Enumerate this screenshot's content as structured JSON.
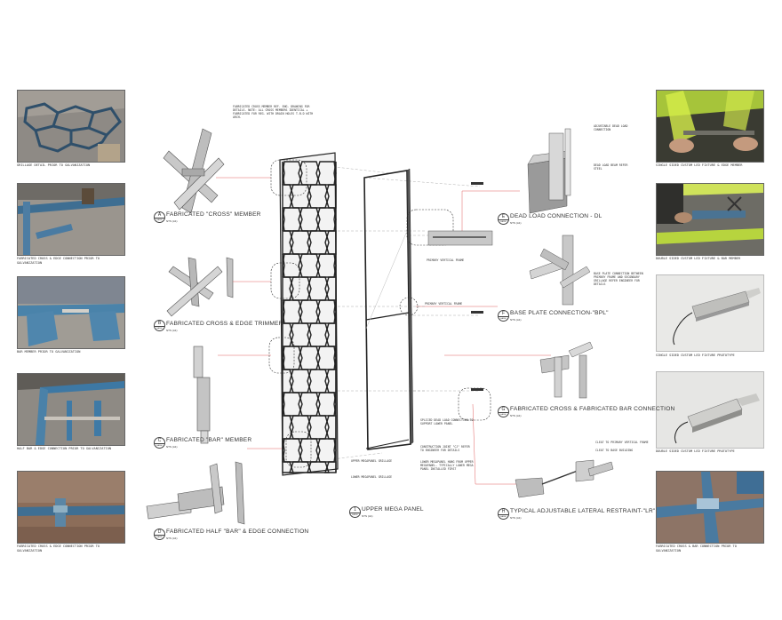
{
  "photos": {
    "left": [
      {
        "caption": "GRILLAGE DETAIL PRIOR TO GALVANIZATION"
      },
      {
        "caption": "FABRICATED CROSS & EDGE CONNECTION PRIOR TO GALVANIZATION"
      },
      {
        "caption": "BAR MEMBER PRIOR TO GALVANIZATION"
      },
      {
        "caption": "HALF BAR & EDGE CONNECTION PRIOR TO GALVANIZATION"
      },
      {
        "caption": "FABRICATED CROSS & EDGE CONNECTION PRIOR TO GALVANIZATION"
      }
    ],
    "right": [
      {
        "caption": "SINGLE SIDED CUSTOM LED FIXTURE & EDGE MEMBER"
      },
      {
        "caption": "DOUBLE SIDED CUSTOM LED FIXTURE & BAR MEMBER"
      },
      {
        "caption": "SINGLE SIDED CUSTOM LED FIXTURE PROTOTYPE"
      },
      {
        "caption": "DOUBLE SIDED CUSTOM LED FIXTURE PROTOTYPE"
      },
      {
        "caption": "FABRICATED CROSS & BAR CONNECTION PRIOR TO GALVANIZATION"
      }
    ]
  },
  "details": {
    "A": {
      "letter": "A",
      "sheet": "EA800",
      "title": "FABRICATED \"CROSS\" MEMBER",
      "scale": "NTS (A1)"
    },
    "B": {
      "letter": "B",
      "sheet": "EA800",
      "title": "FABRICATED CROSS & EDGE TRIMMER",
      "scale": "NTS (A1)"
    },
    "C": {
      "letter": "C",
      "sheet": "EA800",
      "title": "FABRICATED \"BAR\" MEMBER",
      "scale": "NTS (A1)"
    },
    "D": {
      "letter": "D",
      "sheet": "EA800",
      "title": "FABRICATED HALF \"BAR\" & EDGE CONNECTION",
      "scale": "NTS (A1)"
    },
    "E": {
      "letter": "E",
      "sheet": "EA800",
      "title": "DEAD LOAD CONNECTION - DL",
      "scale": "NTS (A1)"
    },
    "F": {
      "letter": "F",
      "sheet": "EA800",
      "title": "BASE PLATE CONNECTION-\"BPL\"",
      "scale": "NTS (A1)"
    },
    "G": {
      "letter": "G",
      "sheet": "EA800",
      "title": "FABRICATED CROSS & FABRICATED BAR CONNECTION",
      "scale": "NTS (A1)"
    },
    "H": {
      "letter": "H",
      "sheet": "EA800",
      "title": "TYPICAL ADJUSTABLE LATERAL RESTRAINT-\"LR\"",
      "scale": "NTS (A1)"
    },
    "I": {
      "letter": "1",
      "sheet": "EA800",
      "title": "UPPER MEGA PANEL",
      "scale": "NTS (A1)"
    }
  },
  "notes": {
    "cross_member": "FABRICATED CROSS MEMBER REF. ENG. DRAWING FOR DETAILS. NOTE: ALL CROSS MEMBERS IDENTICAL + FABRICATED FOR REG. WITH DRAIN HOLES T.B.D WITH ARCH.",
    "adjustable_dead": "ADJUSTABLE DEAD LOAD CONNECTION",
    "dead_load_beam": "DEAD LOAD BEAM REFER STEEL",
    "primary_vertical_frame_1": "PRIMARY VERTICAL FRAME",
    "primary_vertical_frame_2": "PRIMARY VERTICAL FRAME",
    "base_plate": "BASE PLATE CONNECTION BETWEEN PRIMARY FRAME AND SECONDARY GRILLAGE REFER ENGINEER FOR DETAILS",
    "spliced": "SPLICED DEAD LOAD CONNECTION TO SUPPORT LOWER PANEL",
    "construction_joint": "CONSTRUCTION JOINT \"CJ\" REFER TO ENGINEER FOR DETAILS",
    "lower_mega": "LOWER MEGAPANEL HUNG FROM UPPER MEGAPANEL. TYPICALLY LOWER MEGA PANEL INSTALLED FIRST",
    "upper_grillage": "UPPER MEGAPANEL GRILLAGE",
    "lower_grillage": "LOWER MEGAPANEL GRILLAGE",
    "cleat_primary": "CLEAT TO PRIMARY VERTICAL FRAME",
    "cleat_base": "CLEAT TO BASE BUILDING"
  }
}
